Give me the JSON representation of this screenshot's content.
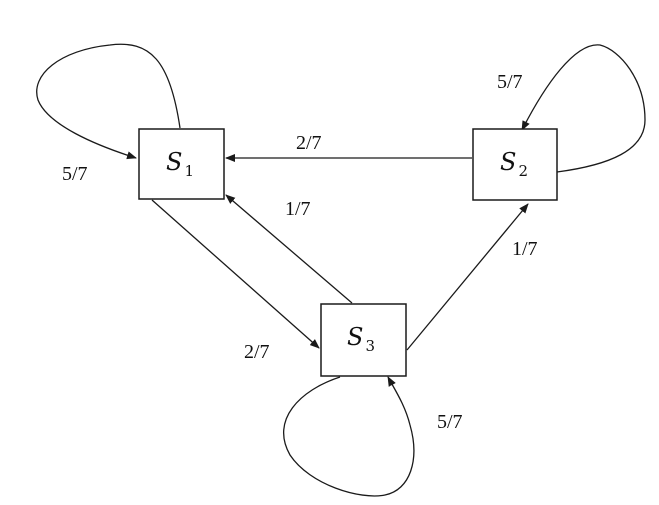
{
  "diagram": {
    "nodes": [
      {
        "id": "S1",
        "symbol": "S",
        "subscript": "1"
      },
      {
        "id": "S2",
        "symbol": "S",
        "subscript": "2"
      },
      {
        "id": "S3",
        "symbol": "S",
        "subscript": "3"
      }
    ],
    "edges": [
      {
        "from": "S1",
        "to": "S1",
        "label": "5/7"
      },
      {
        "from": "S2",
        "to": "S2",
        "label": "5/7"
      },
      {
        "from": "S3",
        "to": "S3",
        "label": "5/7"
      },
      {
        "from": "S2",
        "to": "S1",
        "label": "2/7"
      },
      {
        "from": "S3",
        "to": "S1",
        "label": "1/7"
      },
      {
        "from": "S1",
        "to": "S3",
        "label": "2/7"
      },
      {
        "from": "S3",
        "to": "S2",
        "label": "1/7"
      }
    ]
  }
}
